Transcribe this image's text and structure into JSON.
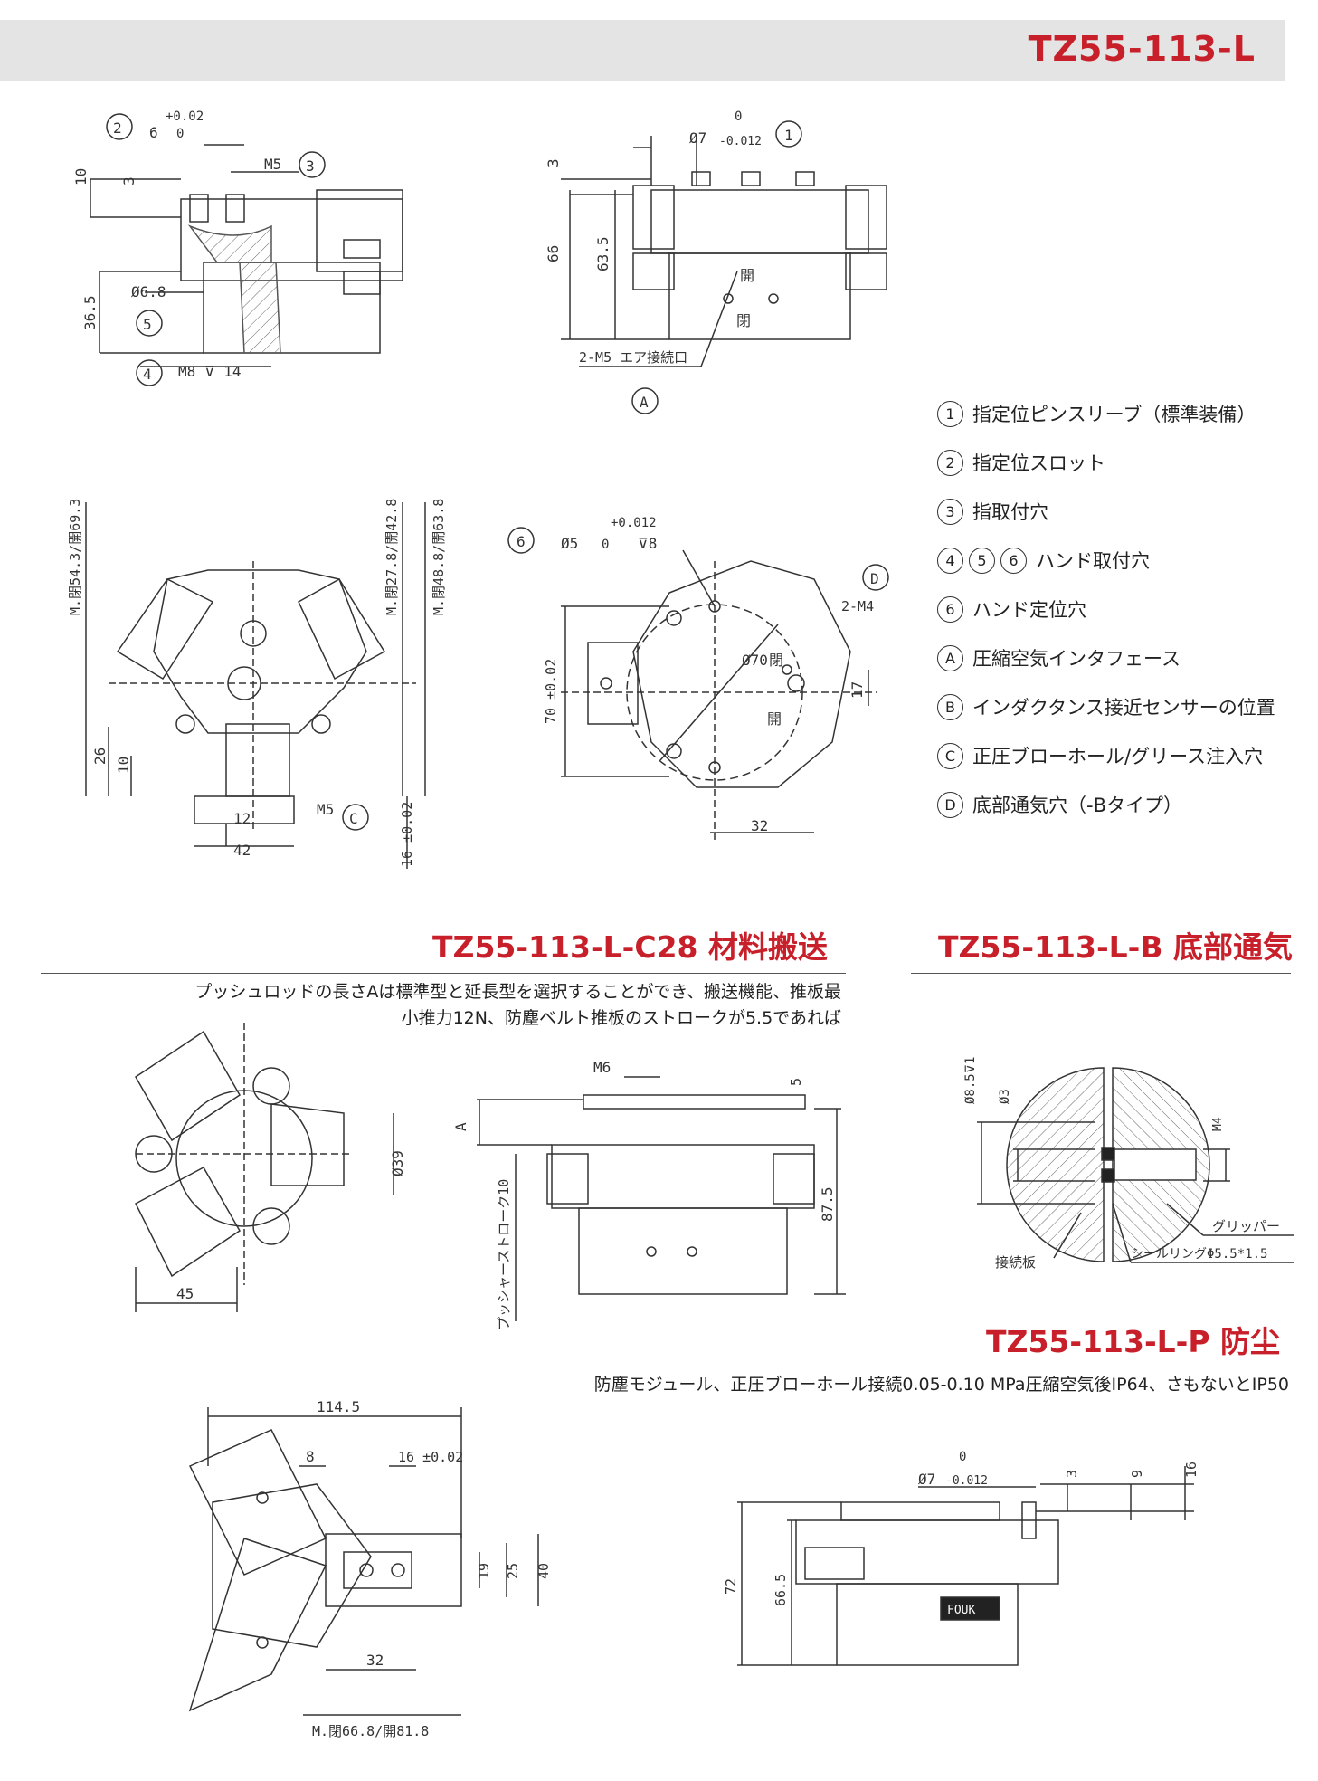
{
  "header": {
    "title": "TZ55-113-L"
  },
  "legend": [
    {
      "marks": [
        "1"
      ],
      "text": "指定位ピンスリーブ（標準装備）"
    },
    {
      "marks": [
        "2"
      ],
      "text": "指定位スロット"
    },
    {
      "marks": [
        "3"
      ],
      "text": "指取付穴"
    },
    {
      "marks": [
        "4",
        "5",
        "6"
      ],
      "text": "ハンド取付穴"
    },
    {
      "marks": [
        "6"
      ],
      "text": "ハンド定位穴"
    },
    {
      "marks": [
        "A"
      ],
      "text": "圧縮空気インタフェース"
    },
    {
      "marks": [
        "B"
      ],
      "text": "インダクタンス接近センサーの位置"
    },
    {
      "marks": [
        "C"
      ],
      "text": "正圧ブローホール/グリース注入穴"
    },
    {
      "marks": [
        "D"
      ],
      "text": "底部通気穴（-Bタイプ）"
    }
  ],
  "sections": {
    "c28": {
      "title": "TZ55-113-L-C28  材料搬送",
      "desc_line1": "プッシュロッドの長さAは標準型と延長型を選択することができ、搬送機能、推板最",
      "desc_line2": "小推力12N、防塵ベルト推板のストロークが5.5であれば"
    },
    "b": {
      "title": "TZ55-113-L-B 底部通気"
    },
    "p": {
      "title": "TZ55-113-L-P 防尘",
      "desc": "防塵モジュール、正圧ブローホール接続0.05-0.10 MPa圧縮空気後IP64、さもないとIP50"
    }
  },
  "labels": {
    "d1_tol": "+0.02",
    "d1_six": "6",
    "d1_zero": "0",
    "d1_m5": "M5",
    "d1_10": "10",
    "d1_3": "3",
    "d1_d68": "Ø6.8",
    "d1_365": "36.5",
    "d1_m8": "M8 ⊽ 14",
    "d1_c2": "2",
    "d1_c3": "3",
    "d1_c4": "4",
    "d1_c5": "5",
    "d2_zero": "0",
    "d2_d7": "Ø7",
    "d2_tol": "-0.012",
    "d2_c1": "1",
    "d2_3": "3",
    "d2_66": "66",
    "d2_635": "63.5",
    "d2_open": "開",
    "d2_close": "閉",
    "d2_air": "2-M5 エア接続口",
    "d2_cA": "A",
    "d3_m1": "M.閉54.3/開69.3",
    "d3_m2": "M.閉27.8/開42.8",
    "d3_m3": "M.閉48.8/開63.8",
    "d3_26": "26",
    "d3_10": "10",
    "d3_12": "12",
    "d3_42": "42",
    "d3_m5": "M5",
    "d3_cC": "C",
    "d3_16": "16 ±0.02",
    "d4_tol": "+0.012",
    "d4_d5": "Ø5",
    "d4_zero": "0",
    "d4_8": "⊽8",
    "d4_c6": "6",
    "d4_cD": "D",
    "d4_m4": "2-M4",
    "d4_70": "70 ±0.02",
    "d4_d70": "Ø70",
    "d4_close": "閉",
    "d4_open": "開",
    "d4_17": "17",
    "d4_32": "32",
    "d5_39": "Ø39",
    "d5_45": "45",
    "d6_m6": "M6",
    "d6_5": "5",
    "d6_A": "A",
    "d6_stroke": "プッシャーストローク10",
    "d6_875": "87.5",
    "d7_85": "Ø8.5⊽1",
    "d7_3": "Ø3",
    "d7_m4": "M4",
    "d7_grip": "グリッパー",
    "d7_plate": "接続板",
    "d7_seal": "シールリングΦ5.5*1.5",
    "d8_1145": "114.5",
    "d8_8": "8",
    "d8_16": "16 ±0.02",
    "d8_19": "19",
    "d8_25": "25",
    "d8_40": "40",
    "d8_32": "32",
    "d8_m": "M.閉66.8/開81.8",
    "d9_zero": "0",
    "d9_d7": "Ø7",
    "d9_tol": "-0.012",
    "d9_3": "3",
    "d9_9": "9",
    "d9_16": "16",
    "d9_72": "72",
    "d9_665": "66.5",
    "d9_logo": "FOUK"
  }
}
